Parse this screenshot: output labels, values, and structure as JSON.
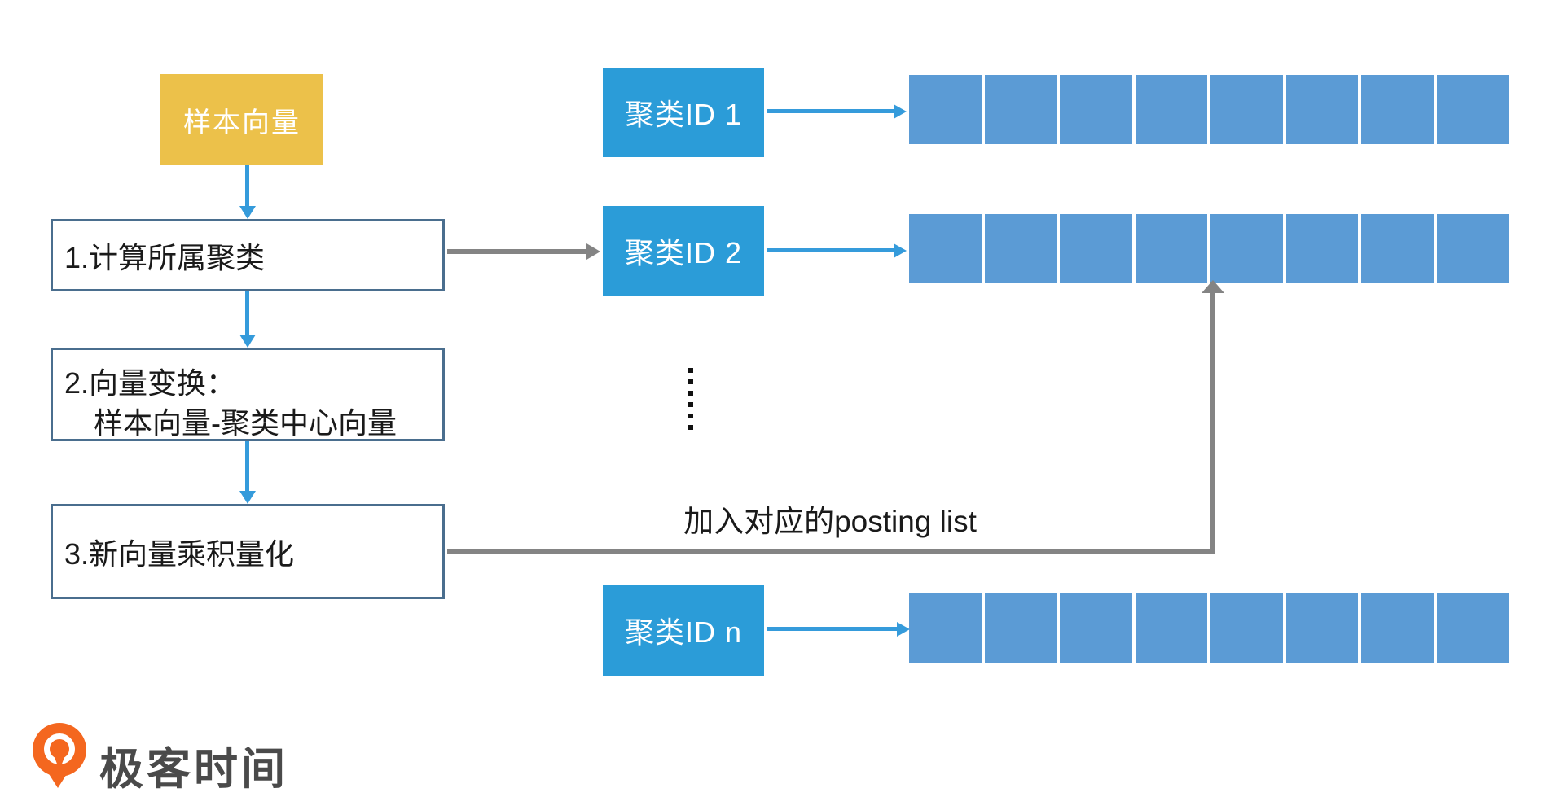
{
  "diagram": {
    "sample_vector_label": "样本向量",
    "steps": [
      {
        "label": "1.计算所属聚类"
      },
      {
        "line1": "2.向量变换：",
        "line2": "样本向量-聚类中心向量"
      },
      {
        "label": "3.新向量乘积量化"
      }
    ],
    "clusters": [
      {
        "label": "聚类ID 1",
        "cells": 8
      },
      {
        "label": "聚类ID 2",
        "cells": 8
      },
      {
        "label": "聚类ID n",
        "cells": 8
      }
    ],
    "ellipsis_dots": 6,
    "posting_arrow_label": "加入对应的posting list",
    "colors": {
      "sample_box_fill": "#ECC14A",
      "cluster_box_fill": "#2B9CD8",
      "posting_cell_fill": "#5B9BD5",
      "step_box_border": "#4A6E8E",
      "blue_arrow": "#359BDB",
      "gray_arrow": "#848484",
      "logo_orange": "#F4671F",
      "logo_text_color": "#4A4A4A"
    }
  },
  "footer": {
    "brand": "极客时间"
  }
}
